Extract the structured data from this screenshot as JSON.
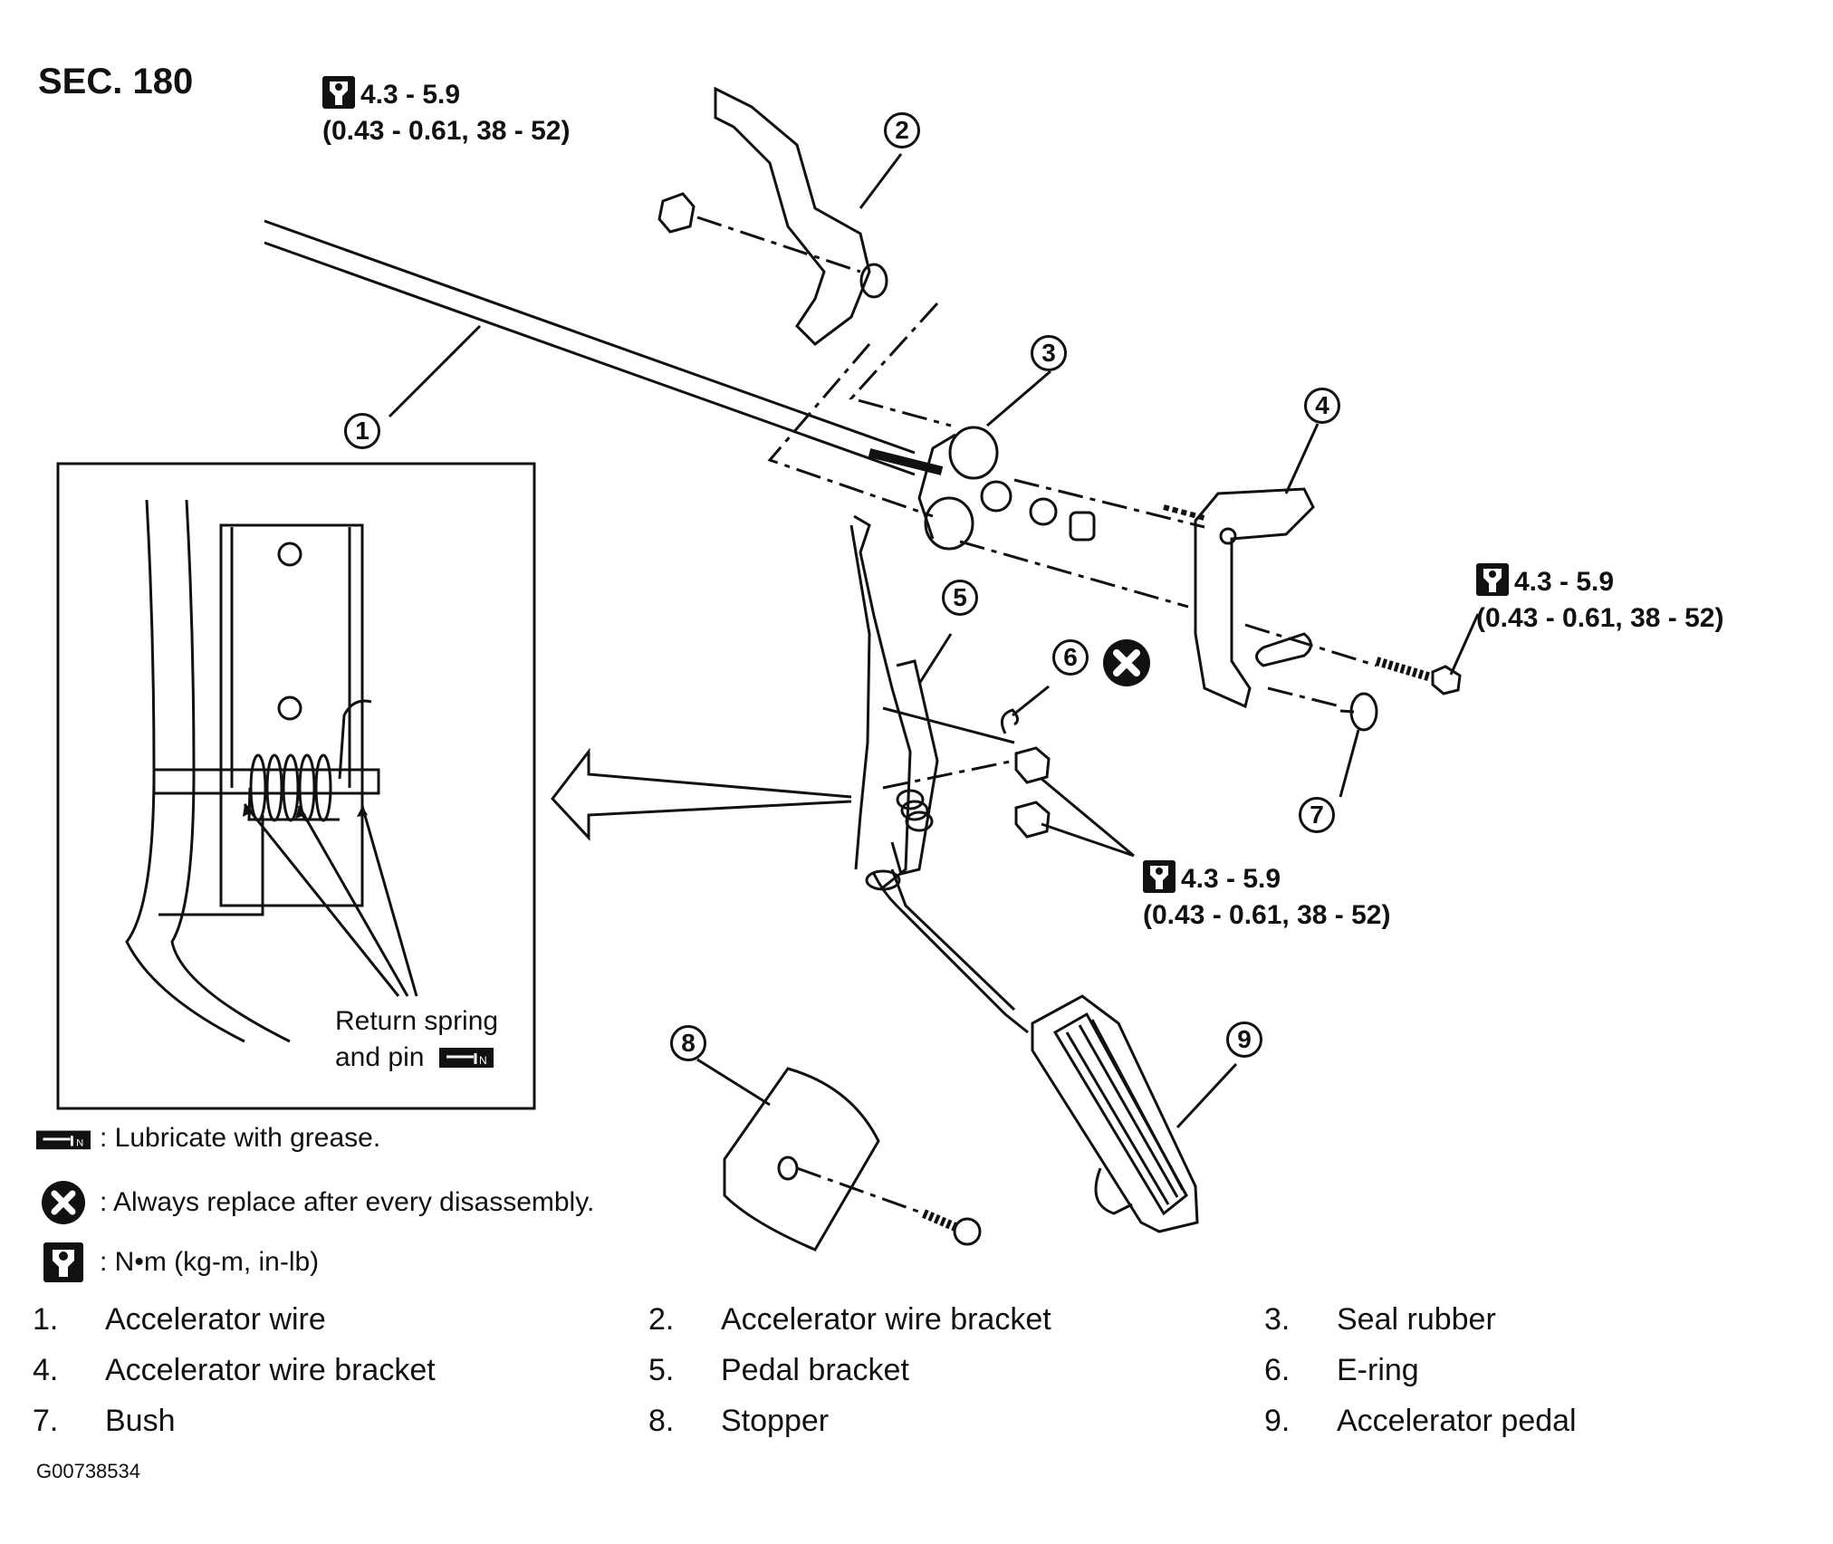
{
  "section": "SEC. 180",
  "torque_spec": {
    "value": "4.3 - 5.9",
    "alt_units": "(0.43 - 0.61, 38 - 52)"
  },
  "callouts": [
    "1",
    "2",
    "3",
    "4",
    "5",
    "6",
    "7",
    "8",
    "9"
  ],
  "inset": {
    "label_line1": "Return spring",
    "label_line2": "and pin"
  },
  "legend": {
    "grease": ": Lubricate with grease.",
    "replace": ": Always replace after every disassembly.",
    "torque_units": ":  N•m  (kg-m,  in-lb)"
  },
  "parts": [
    {
      "num": "1.",
      "name": "Accelerator wire"
    },
    {
      "num": "2.",
      "name": "Accelerator wire bracket"
    },
    {
      "num": "3.",
      "name": "Seal rubber"
    },
    {
      "num": "4.",
      "name": "Accelerator wire bracket"
    },
    {
      "num": "5.",
      "name": "Pedal bracket"
    },
    {
      "num": "6.",
      "name": "E-ring"
    },
    {
      "num": "7.",
      "name": "Bush"
    },
    {
      "num": "8.",
      "name": "Stopper"
    },
    {
      "num": "9.",
      "name": "Accelerator pedal"
    }
  ],
  "figure_id": "G00738534",
  "icons": {
    "torque": "torque-wrench-icon",
    "grease": "grease-gun-icon",
    "replace": "replace-x-icon"
  }
}
